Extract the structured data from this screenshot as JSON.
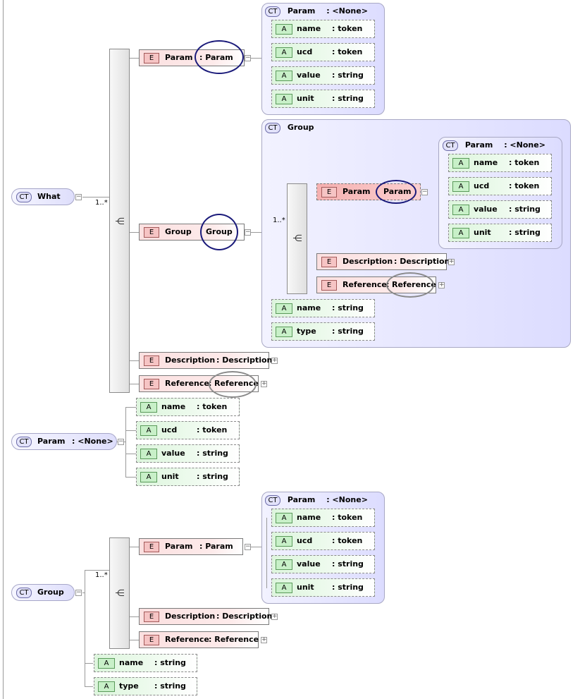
{
  "labels": {
    "ct": "CT",
    "e": "E",
    "a": "A",
    "plus": "+",
    "minus": "−",
    "card": "1..*"
  },
  "what": {
    "title": "What",
    "param_el": {
      "name": "Param",
      "type": ": Param"
    },
    "param_ct": {
      "name": "Param",
      "type": ": <None>"
    },
    "param_attrs": [
      {
        "name": "name",
        "type": ": token"
      },
      {
        "name": "ucd",
        "type": ": token"
      },
      {
        "name": "value",
        "type": ": string"
      },
      {
        "name": "unit",
        "type": ": string"
      }
    ],
    "group_el": {
      "name": "Group",
      "type": "Group"
    },
    "group_ct": {
      "name": "Group"
    },
    "inner": {
      "param_el": {
        "name": "Param",
        "type": "Param"
      },
      "param_ct": {
        "name": "Param",
        "type": ": <None>"
      },
      "param_attrs": [
        {
          "name": "name",
          "type": ": token"
        },
        {
          "name": "ucd",
          "type": ": token"
        },
        {
          "name": "value",
          "type": ": string"
        },
        {
          "name": "unit",
          "type": ": string"
        }
      ],
      "description": {
        "name": "Description",
        "type": ": Description"
      },
      "reference": {
        "name": "Reference",
        "sep": ":",
        "type": "Reference"
      },
      "attrs": [
        {
          "name": "name",
          "type": ": string"
        },
        {
          "name": "type",
          "type": ": string"
        }
      ]
    },
    "description": {
      "name": "Description",
      "type": ": Description"
    },
    "reference": {
      "name": "Reference",
      "sep": ":",
      "type": "Reference"
    }
  },
  "param": {
    "title": "Param",
    "type": ": <None>",
    "attrs": [
      {
        "name": "name",
        "type": ": token"
      },
      {
        "name": "ucd",
        "type": ": token"
      },
      {
        "name": "value",
        "type": ": string"
      },
      {
        "name": "unit",
        "type": ": string"
      }
    ]
  },
  "group": {
    "title": "Group",
    "param_el": {
      "name": "Param",
      "type": ": Param"
    },
    "param_ct": {
      "name": "Param",
      "type": ": <None>"
    },
    "param_attrs": [
      {
        "name": "name",
        "type": ": token"
      },
      {
        "name": "ucd",
        "type": ": token"
      },
      {
        "name": "value",
        "type": ": string"
      },
      {
        "name": "unit",
        "type": ": string"
      }
    ],
    "description": {
      "name": "Description",
      "type": ": Description"
    },
    "reference": {
      "name": "Reference",
      "type": ": Reference"
    },
    "attrs": [
      {
        "name": "name",
        "type": ": string"
      },
      {
        "name": "type",
        "type": ": string"
      }
    ]
  },
  "colors": {
    "annotation_blue": "#1a1a7a",
    "annotation_gray": "#8a8a8a"
  }
}
